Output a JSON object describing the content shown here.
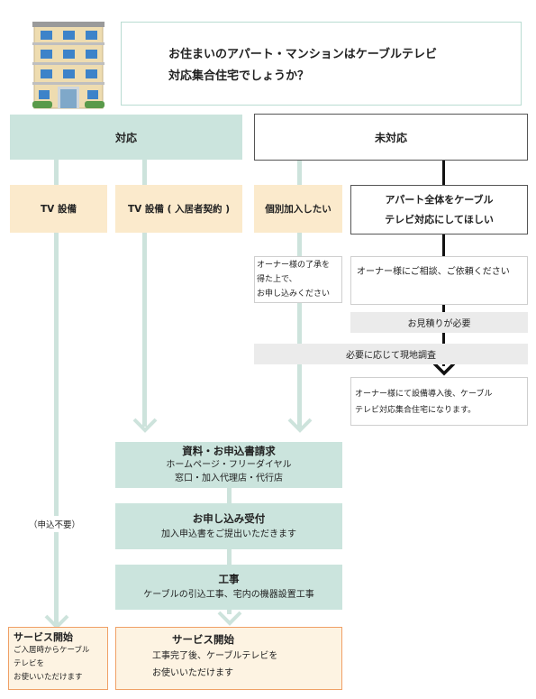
{
  "question": {
    "line1": "お住まいのアパート・マンションはケーブルテレビ",
    "line2": "対応集合住宅でしょうか？"
  },
  "header": {
    "supported": "対応",
    "unsupported": "未対応"
  },
  "branches": {
    "tv_equipment": "TV 設備",
    "tv_equipment_contract": "TV 設備 ( 入居者契約 )",
    "individual": "個別加入したい",
    "whole_building": {
      "line1": "アパート全体をケーブル",
      "line2": "テレビ対応にしてほしい"
    }
  },
  "notes": {
    "owner_consent": {
      "line1": "オーナー様の了承を",
      "line2": "得た上で、",
      "line3": "お申し込みください"
    },
    "consult_owner": "オーナー様にご相談、ご依頼ください",
    "estimate": "お見積りが必要",
    "survey": "必要に応じて現地調査",
    "after_install": {
      "line1": "オーナー様にて設備導入後、ケーブル",
      "line2": "テレビ対応集合住宅になります。"
    },
    "no_application": "（申込不要）"
  },
  "steps": {
    "request": {
      "title": "資料・お申込書請求",
      "line1": "ホームページ・フリーダイヤル",
      "line2": "窓口・加入代理店・代行店"
    },
    "receipt": {
      "title": "お申し込み受付",
      "line1": "加入申込書をご提出いただきます"
    },
    "work": {
      "title": "工事",
      "line1": "ケーブルの引込工事、宅内の機器設置工事"
    }
  },
  "service_start_left": {
    "title": "サービス開始",
    "line1": "ご入居時からケーブル",
    "line2": "テレビを",
    "line3": "お使いいただけます"
  },
  "service_start_main": {
    "title": "サービス開始",
    "line1": "工事完了後、ケーブルテレビを",
    "line2": "お使いいただけます"
  },
  "colors": {
    "teal": "#cbe4dd",
    "beige": "#fbeacc",
    "orange_border": "#f0a066"
  }
}
